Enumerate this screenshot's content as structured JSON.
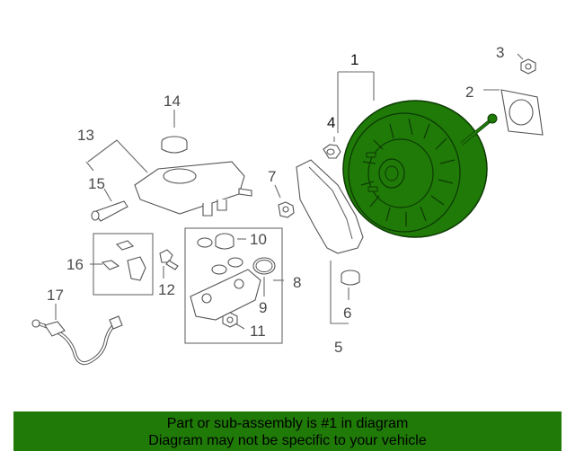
{
  "callouts": {
    "c1": "1",
    "c2": "2",
    "c3": "3",
    "c4": "4",
    "c5": "5",
    "c6": "6",
    "c7": "7",
    "c8": "8",
    "c9": "9",
    "c10": "10",
    "c11": "11",
    "c12": "12",
    "c13": "13",
    "c14": "14",
    "c15": "15",
    "c16": "16",
    "c17": "17"
  },
  "banner": {
    "line1": "Part or sub-assembly is #1 in diagram",
    "line2": "Diagram may not be specific to your vehicle"
  },
  "colors": {
    "highlight": "#1f7a08",
    "line": "#6a6a6a"
  }
}
